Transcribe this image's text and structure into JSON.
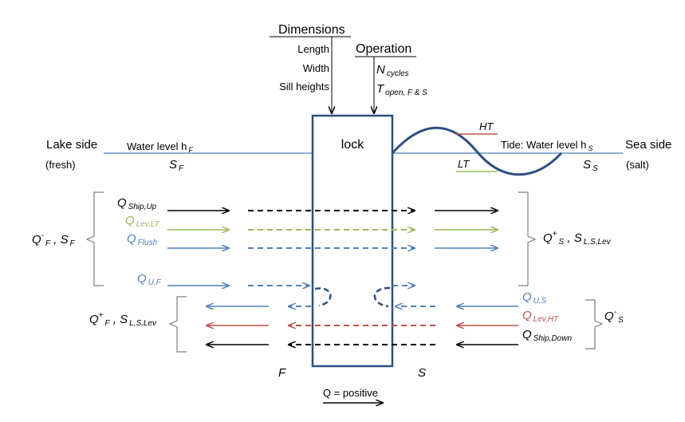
{
  "header": {
    "dimensions": "Dimensions",
    "dim_items": [
      "Length",
      "Width",
      "Sill heights"
    ],
    "operation": "Operation",
    "n": "N",
    "n_sub": "cycles",
    "t": "T",
    "t_sub": "open, F & S"
  },
  "lock_label": "lock",
  "lake": {
    "side": "Lake side",
    "fresh": "(fresh)",
    "water_level": "Water level h",
    "water_level_sub": "F",
    "s": "S",
    "s_sub": "F"
  },
  "sea": {
    "side": "Sea side",
    "salt": "(salt)",
    "tide": "Tide: Water level h",
    "tide_sub": "S",
    "s": "S",
    "s_sub": "S",
    "ht": "HT",
    "lt": "LT"
  },
  "flows": {
    "q": "Q",
    "ship_up": "Ship,Up",
    "lev_lt": "Lev,LT",
    "flush": "Flush",
    "u_f": "U,F",
    "u_s": "U,S",
    "lev_ht": "Lev,HT",
    "ship_down": "Ship,Down"
  },
  "groups": {
    "q_minus_f": "Q",
    "q_minus_f_sup": "-",
    "q_minus_f_sub": "F",
    "q_minus_f_rest": " , S",
    "q_minus_f_rest_sub": "F",
    "q_plus_s": "Q",
    "q_plus_s_sup": "+",
    "q_plus_s_sub": "S",
    "q_plus_s_rest": " , S",
    "q_plus_s_rest_sub": "L,S,Lev",
    "q_plus_f": "Q",
    "q_plus_f_sup": "+",
    "q_plus_f_sub": "F",
    "q_plus_f_rest": " , S",
    "q_plus_f_rest_sub": "L,S,Lev",
    "q_minus_s": "Q",
    "q_minus_s_sup": "-",
    "q_minus_s_sub": "S"
  },
  "bottom": {
    "f": "F",
    "s": "S",
    "legend": "Q = positive"
  },
  "colors": {
    "black": "#000000",
    "blue": "#4f81bd",
    "green": "#9bbb59",
    "red": "#c0504d",
    "lock": "#2c5082",
    "water": "#4f81bd"
  }
}
